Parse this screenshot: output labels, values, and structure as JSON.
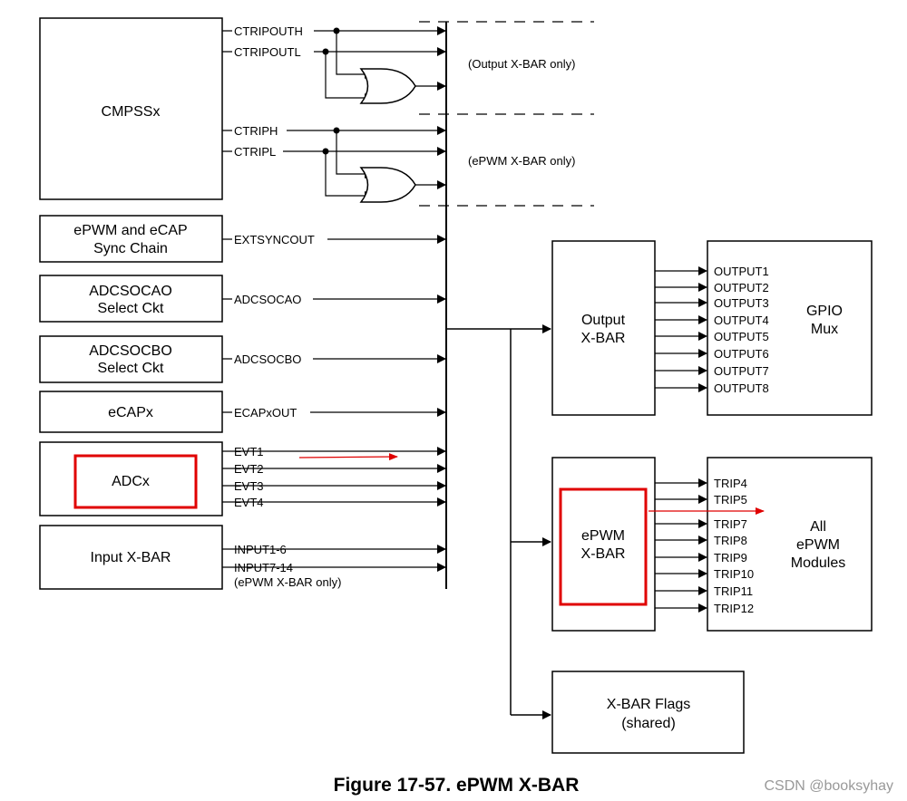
{
  "blocks": {
    "cmpss": "CMPSSx",
    "epwm_ecap_sync": [
      "ePWM and eCAP",
      "Sync Chain"
    ],
    "adcsocao": [
      "ADCSOCAO",
      "Select Ckt"
    ],
    "adcsocbo": [
      "ADCSOCBO",
      "Select Ckt"
    ],
    "ecap": "eCAPx",
    "adc": "ADCx",
    "input_xbar": "Input X-BAR",
    "output_xbar": [
      "Output",
      "X-BAR"
    ],
    "gpio_mux": [
      "GPIO",
      "Mux"
    ],
    "epwm_xbar": [
      "ePWM",
      "X-BAR"
    ],
    "epwm_modules": [
      "All",
      "ePWM",
      "Modules"
    ],
    "xbar_flags": [
      "X-BAR Flags",
      "(shared)"
    ]
  },
  "signals": {
    "ctripouth": "CTRIPOUTH",
    "ctripoutl": "CTRIPOUTL",
    "ctriph": "CTRIPH",
    "ctripl": "CTRIPL",
    "extsyncout": "EXTSYNCOUT",
    "adcsocao": "ADCSOCAO",
    "adcsocbo": "ADCSOCBO",
    "ecapxout": "ECAPxOUT",
    "evt": [
      "EVT1",
      "EVT2",
      "EVT3",
      "EVT4"
    ],
    "input1_6": "INPUT1-6",
    "input7_14": "INPUT7-14",
    "epwm_only_note": "(ePWM X-BAR only)"
  },
  "notes": {
    "output_only": "(Output X-BAR only)",
    "epwm_only": "(ePWM X-BAR only)"
  },
  "outputs": [
    "OUTPUT1",
    "OUTPUT2",
    "OUTPUT3",
    "OUTPUT4",
    "OUTPUT5",
    "OUTPUT6",
    "OUTPUT7",
    "OUTPUT8"
  ],
  "trips": [
    "TRIP4",
    "TRIP5",
    "TRIP7",
    "TRIP8",
    "TRIP9",
    "TRIP10",
    "TRIP11",
    "TRIP12"
  ],
  "caption": "Figure 17-57. ePWM X-BAR",
  "watermark": "CSDN @booksyhay",
  "colors": {
    "line": "#000000",
    "highlight": "#e00000"
  }
}
